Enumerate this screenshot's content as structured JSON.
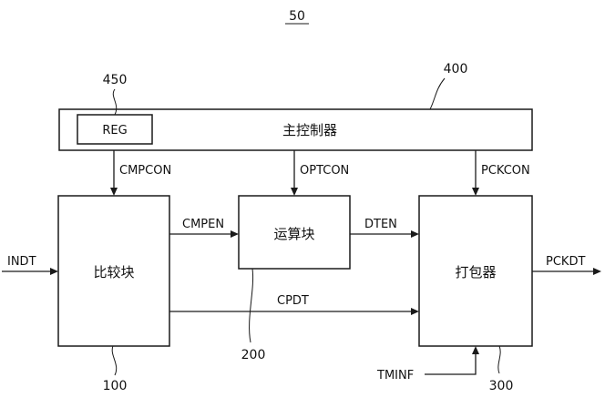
{
  "figure_number": "50",
  "blocks": {
    "controller": {
      "label": "主控制器",
      "ref": "400"
    },
    "register": {
      "label": "REG",
      "ref": "450"
    },
    "comparator": {
      "label": "比较块",
      "ref": "100"
    },
    "operation": {
      "label": "运算块",
      "ref": "200"
    },
    "packer": {
      "label": "打包器",
      "ref": "300"
    }
  },
  "signals": {
    "cmpcon": "CMPCON",
    "optcon": "OPTCON",
    "pckcon": "PCKCON",
    "cmpen": "CMPEN",
    "dten": "DTEN",
    "indt": "INDT",
    "pckdt": "PCKDT",
    "cpdt": "CPDT",
    "tminf": "TMINF"
  }
}
